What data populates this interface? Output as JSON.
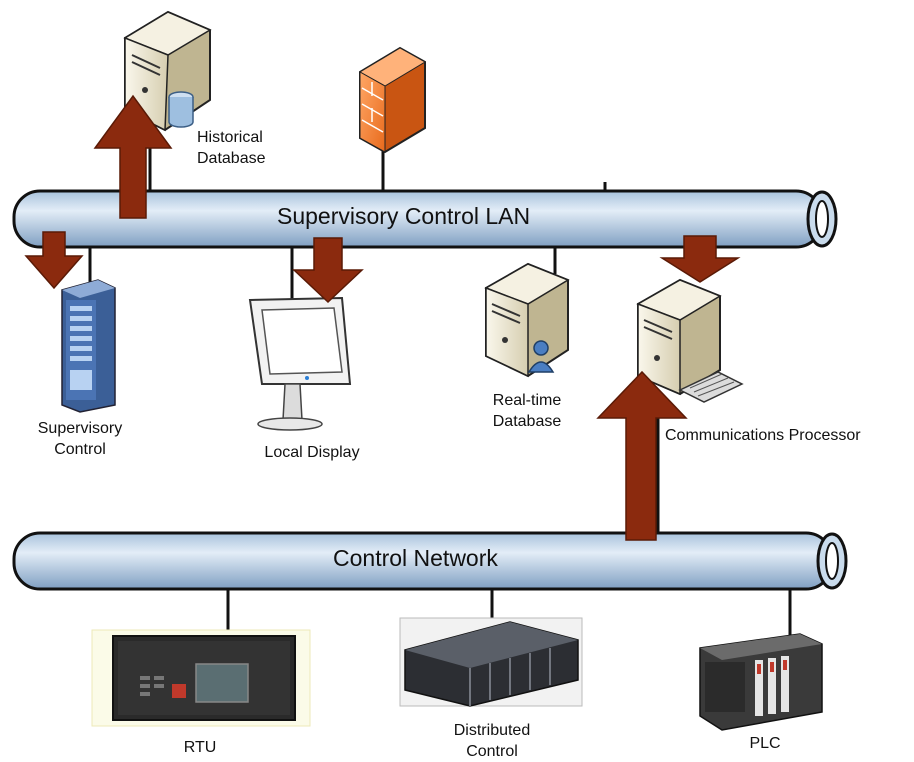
{
  "buses": {
    "top": "Supervisory Control LAN",
    "bottom": "Control Network"
  },
  "nodes": {
    "historical_db": [
      "Historical",
      "Database"
    ],
    "supervisory_control": [
      "Supervisory",
      "Control"
    ],
    "local_display": [
      "Local Display"
    ],
    "realtime_db": [
      "Real-time",
      "Database"
    ],
    "comm_processor": [
      "Communications Processor"
    ],
    "rtu": [
      "RTU"
    ],
    "distributed_control": [
      "Distributed",
      "Control"
    ],
    "plc": [
      "PLC"
    ]
  },
  "colors": {
    "pipe_light": "#d8e6f3",
    "pipe_dark": "#86a7c8",
    "arrow": "#8b2a0e",
    "server_light": "#f3eedd",
    "server_dark": "#c9bf9c",
    "firewall": "#f4813a"
  }
}
